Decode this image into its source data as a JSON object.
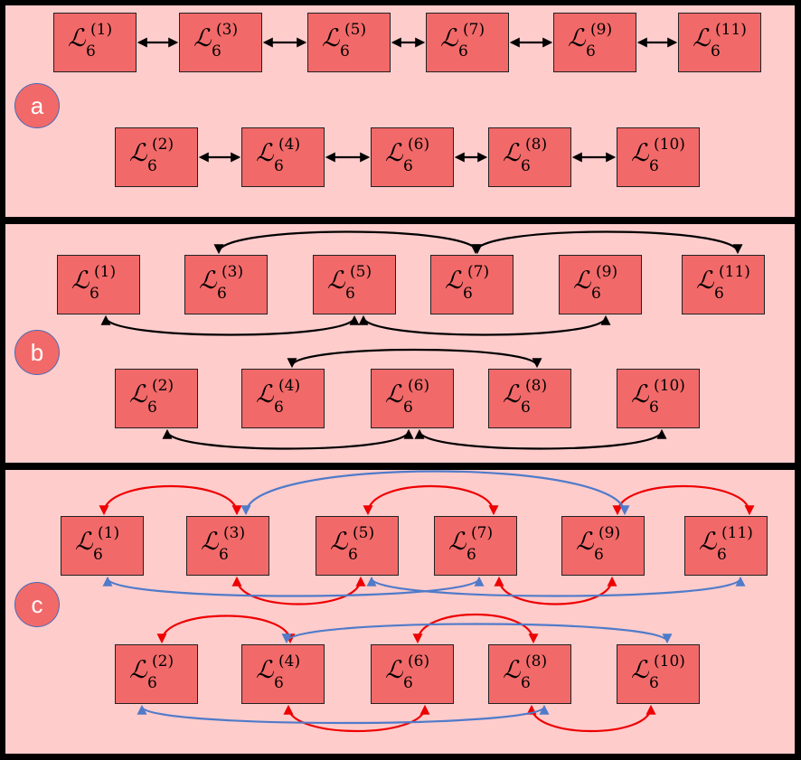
{
  "nodes": {
    "symbol": "ℒ",
    "subscript": "6",
    "odd_labels": [
      "(1)",
      "(3)",
      "(5)",
      "(7)",
      "(9)",
      "(11)"
    ],
    "even_labels": [
      "(2)",
      "(4)",
      "(6)",
      "(8)",
      "(10)"
    ]
  },
  "panels": [
    {
      "label": "a"
    },
    {
      "label": "b"
    },
    {
      "label": "c"
    }
  ],
  "colors": {
    "panel_background": "#ffcccc",
    "node_fill": "#f26969",
    "border": "#000000",
    "arrow_black": "#000000",
    "arrow_red": "#ee0000",
    "arrow_blue": "#4f7bc9"
  },
  "connections": {
    "a": [
      [
        "(1)",
        "(3)"
      ],
      [
        "(3)",
        "(5)"
      ],
      [
        "(5)",
        "(7)"
      ],
      [
        "(7)",
        "(9)"
      ],
      [
        "(9)",
        "(11)"
      ],
      [
        "(2)",
        "(4)"
      ],
      [
        "(4)",
        "(6)"
      ],
      [
        "(6)",
        "(8)"
      ],
      [
        "(8)",
        "(10)"
      ]
    ],
    "b": [
      [
        "(3)",
        "(7)"
      ],
      [
        "(7)",
        "(11)"
      ],
      [
        "(1)",
        "(5)"
      ],
      [
        "(5)",
        "(9)"
      ],
      [
        "(4)",
        "(8)"
      ],
      [
        "(2)",
        "(6)"
      ],
      [
        "(6)",
        "(10)"
      ]
    ],
    "c_red": [
      [
        "(1)",
        "(3)"
      ],
      [
        "(5)",
        "(7)"
      ],
      [
        "(9)",
        "(11)"
      ],
      [
        "(3)",
        "(5)"
      ],
      [
        "(7)",
        "(9)"
      ],
      [
        "(2)",
        "(4)"
      ],
      [
        "(6)",
        "(8)"
      ],
      [
        "(4)",
        "(6)"
      ],
      [
        "(8)",
        "(10)"
      ]
    ],
    "c_blue": [
      [
        "(3)",
        "(9)"
      ],
      [
        "(1)",
        "(7)"
      ],
      [
        "(5)",
        "(11)"
      ],
      [
        "(4)",
        "(10)"
      ],
      [
        "(2)",
        "(8)"
      ]
    ]
  }
}
